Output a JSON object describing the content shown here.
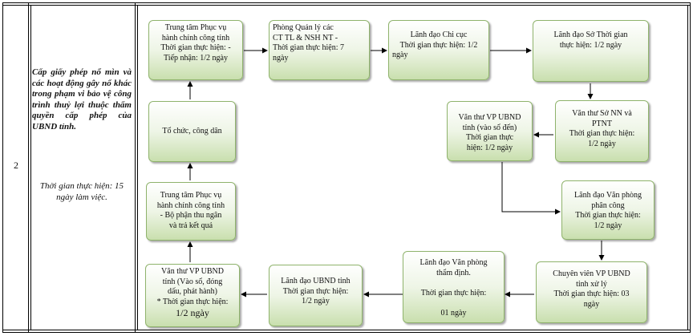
{
  "row": {
    "number": "2",
    "procedure_title": "Cấp giấy phép nổ mìn và các hoạt động gây nổ khác trong phạm vi bảo vệ công trình thuỷ lợi thuộc thẩm quyền cấp phép của UBND tỉnh.",
    "processing_time": "Thời gian thực hiện: 15 ngày làm việc."
  },
  "boxes": {
    "b1": [
      "Trung tâm Phục vụ",
      "hành chính công tỉnh",
      "Thời gian thực hiện:  -",
      "Tiếp nhận: 1/2 ngày"
    ],
    "b2": [
      "Phòng Quản lý các",
      "CT TL & NSH NT -",
      "Thời gian thực hiện: 7",
      "ngày"
    ],
    "b3": [
      "Lãnh đạo Chi cục",
      "Thời gian thực hiện: 1/2",
      "ngày"
    ],
    "b4": [
      "Lãnh đạo Sở Thời gian",
      "thực hiện: 1/2 ngày"
    ],
    "b5": [
      "Văn thư  Sở NN và",
      "PTNT",
      "Thời gian thực hiện:",
      "1/2 ngày"
    ],
    "b6": [
      "Văn thư VP UBND",
      "tỉnh (vào sổ đến)",
      "Thời gian thực",
      "hiện: 1/2 ngày"
    ],
    "b7": [
      "Lãnh đạo Văn phòng",
      "phân công",
      "Thời gian thực hiện:",
      "1/2 ngày"
    ],
    "b8": [
      "Chuyên viên VP UBND",
      "tỉnh xử lý",
      "Thời gian thực hiện:  03",
      "ngày"
    ],
    "b9": [
      "Lãnh đạo Văn phòng",
      "thẩm định.",
      "",
      "Thời gian thực hiện:",
      "",
      "01 ngày"
    ],
    "b10": [
      "Lãnh đạo UBND tỉnh",
      "Thời gian thực hiện:",
      "1/2 ngày"
    ],
    "b11": [
      "Văn thư VP UBND",
      "tỉnh (Vào sổ, đóng",
      "dấu, phát hành)",
      "* Thời gian thực hiện:",
      "1/2 ngày"
    ],
    "b12": [
      "Trung tâm Phục vụ",
      "hành chính công tỉnh",
      "- Bộ phận thu ngân",
      "và trả kết quả"
    ],
    "b13": [
      "Tổ chức, công dân"
    ]
  }
}
